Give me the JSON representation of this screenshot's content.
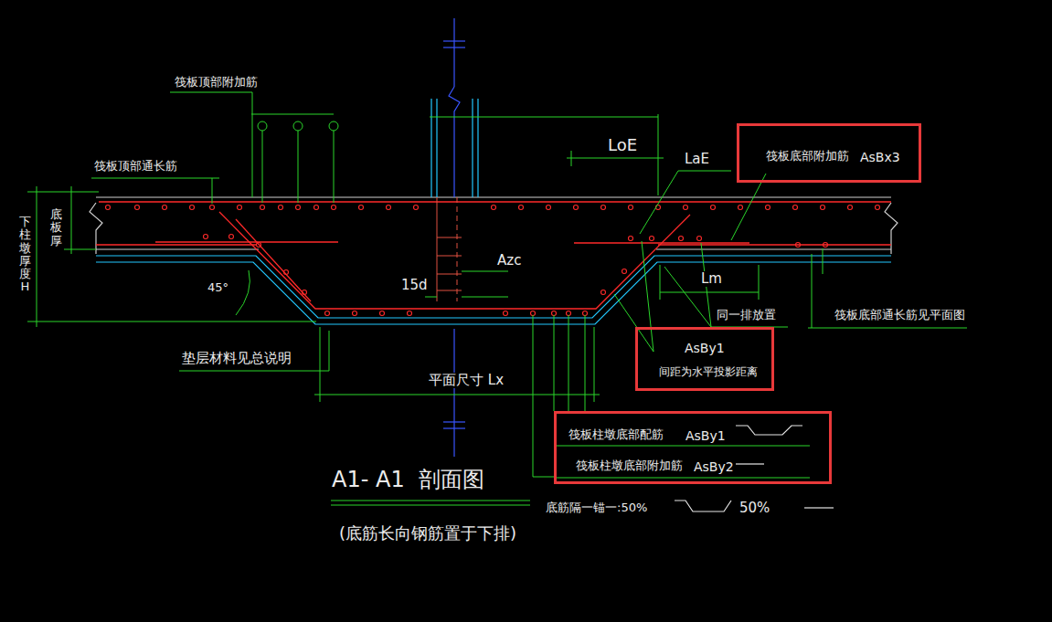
{
  "diagram": {
    "title": "A1- A1  剖面图",
    "caption": "(底筋长向钢筋置于下排)",
    "nodes": [
      {
        "text": [
          "筏板底部附加筋",
          "AsBx3"
        ]
      },
      {
        "text": [
          "AsBy1",
          "间距为水平投影距离"
        ]
      },
      {
        "text": [
          "筏板柱墩底部配筋",
          "AsBy1",
          "筏板柱墩底部附加筋",
          "AsBy2"
        ]
      }
    ],
    "labels": [
      "筏板顶部附加筋",
      "筏板顶部通长筋",
      "底板厚",
      "下柱墩厚度H",
      "LoE",
      "LaE",
      "Azc",
      "15d",
      "Lm",
      "45°",
      "同一排放置",
      "筏板底部通长筋见平面图",
      "垫层材料见总说明",
      "平面尺寸 Lx",
      "底筋隔一锚一:50%",
      "50%"
    ]
  }
}
